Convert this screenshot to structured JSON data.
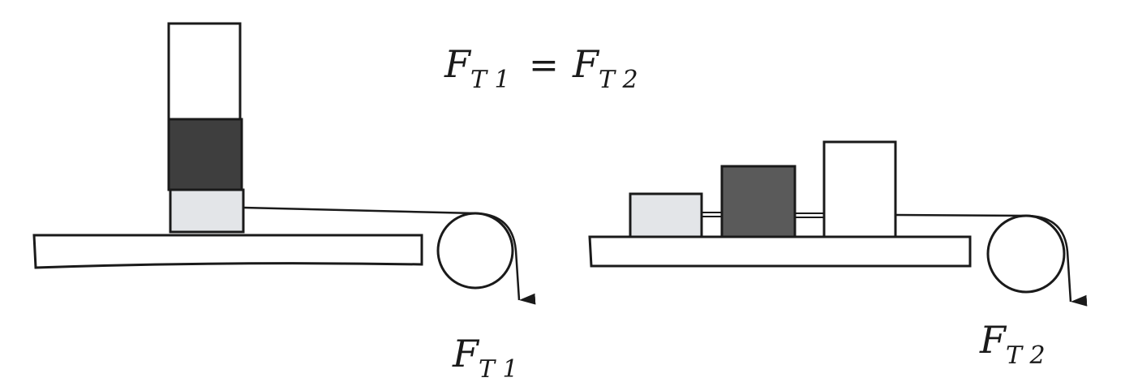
{
  "equation": {
    "lhs_symbol": "F",
    "lhs_sub": "T 1",
    "equals": "=",
    "rhs_symbol": "F",
    "rhs_sub": "T 2"
  },
  "left_setup": {
    "force_symbol": "F",
    "force_sub": "T 1"
  },
  "right_setup": {
    "force_symbol": "F",
    "force_sub": "T 2"
  },
  "colors": {
    "stroke": "#1a1a1a",
    "block_white": "#ffffff",
    "block_light_gray": "#e3e5e8",
    "block_dark_left": "#3e3e3e",
    "block_dark_right": "#5a5a5a",
    "table_fill": "#ffffff"
  }
}
